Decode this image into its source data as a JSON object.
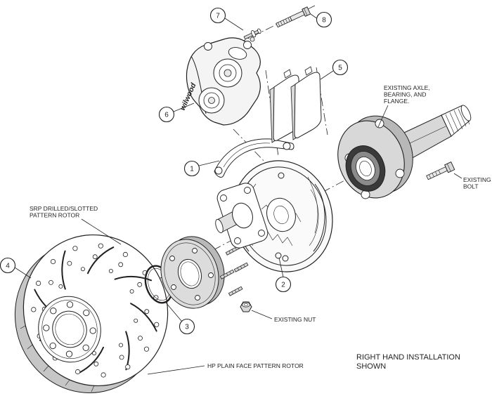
{
  "diagram": {
    "brand": "wilwood",
    "note": {
      "l1": "RIGHT HAND INSTALLATION",
      "l2": "SHOWN"
    },
    "labels": {
      "axle": {
        "l1": "EXISTING AXLE,",
        "l2": "BEARING, AND",
        "l3": "FLANGE."
      },
      "existing_bolt": {
        "l1": "EXISTING",
        "l2": "BOLT"
      },
      "existing_nut": {
        "l1": "EXISTING NUT"
      },
      "srp_rotor": {
        "l1": "SRP DRILLED/SLOTTED",
        "l2": "PATTERN ROTOR"
      },
      "hp_rotor": {
        "l1": "HP PLAIN FACE PATTERN ROTOR"
      }
    },
    "callouts": {
      "c1": "1",
      "c2": "2",
      "c3": "3",
      "c4": "4",
      "c5": "5",
      "c6": "6",
      "c7": "7",
      "c8": "8"
    },
    "colors": {
      "line": "#231f20",
      "metal_light": "#e8e8e8",
      "metal_mid": "#cfcfcf",
      "bearing_dark": "#3a3a3a",
      "background": "#ffffff"
    }
  }
}
